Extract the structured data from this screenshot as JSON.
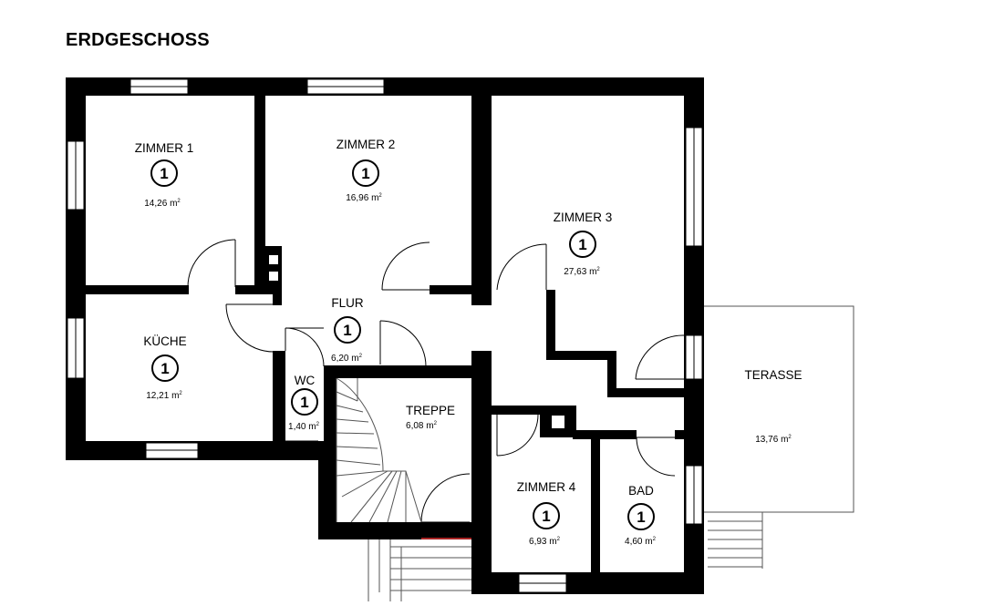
{
  "title": "ERDGESCHOSS",
  "area_unit": "m",
  "area_exponent": "2",
  "rooms": [
    {
      "name": "ZIMMER 1",
      "badge": "1",
      "area": "14,26"
    },
    {
      "name": "ZIMMER 2",
      "badge": "1",
      "area": "16,96"
    },
    {
      "name": "ZIMMER 3",
      "badge": "1",
      "area": "27,63"
    },
    {
      "name": "FLUR",
      "badge": "1",
      "area": "6,20"
    },
    {
      "name": "KÜCHE",
      "badge": "1",
      "area": "12,21"
    },
    {
      "name": "WC",
      "badge": "1",
      "area": "1,40"
    },
    {
      "name": "TREPPE",
      "badge": "",
      "area": "6,08"
    },
    {
      "name": "ZIMMER 4",
      "badge": "1",
      "area": "6,93"
    },
    {
      "name": "BAD",
      "badge": "1",
      "area": "4,60"
    },
    {
      "name": "TERASSE",
      "badge": "",
      "area": "13,76"
    }
  ]
}
